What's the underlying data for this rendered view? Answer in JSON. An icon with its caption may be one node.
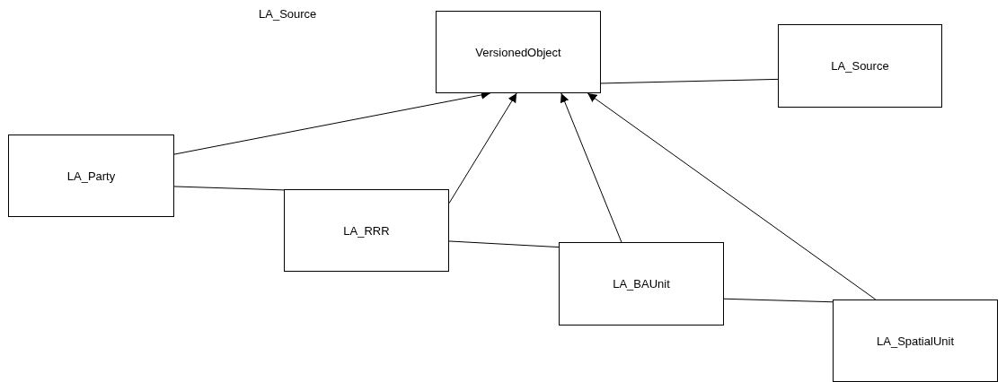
{
  "diagram": {
    "nodes": [
      {
        "text": [
          "VersionedObject"
        ]
      },
      {
        "text": [
          "LA_Source"
        ]
      },
      {
        "text": [
          "LA_Party"
        ]
      },
      {
        "text": [
          "LA_RRR"
        ]
      },
      {
        "text": [
          "LA_BAUnit"
        ]
      },
      {
        "text": [
          "LA_SpatialUnit"
        ]
      }
    ],
    "edges": [
      {
        "from": 2,
        "to": 0,
        "arrow": "to"
      },
      {
        "from": 3,
        "to": 0,
        "arrow": "to"
      },
      {
        "from": 4,
        "to": 0,
        "arrow": "to"
      },
      {
        "from": 5,
        "to": 0,
        "arrow": "to"
      },
      {
        "from": 0,
        "to": 1,
        "arrow": "none"
      },
      {
        "from": 2,
        "to": 3,
        "arrow": "none"
      },
      {
        "from": 3,
        "to": 4,
        "arrow": "none"
      },
      {
        "from": 4,
        "to": 5,
        "arrow": "none"
      }
    ],
    "labels": [
      "LA_Source"
    ]
  }
}
